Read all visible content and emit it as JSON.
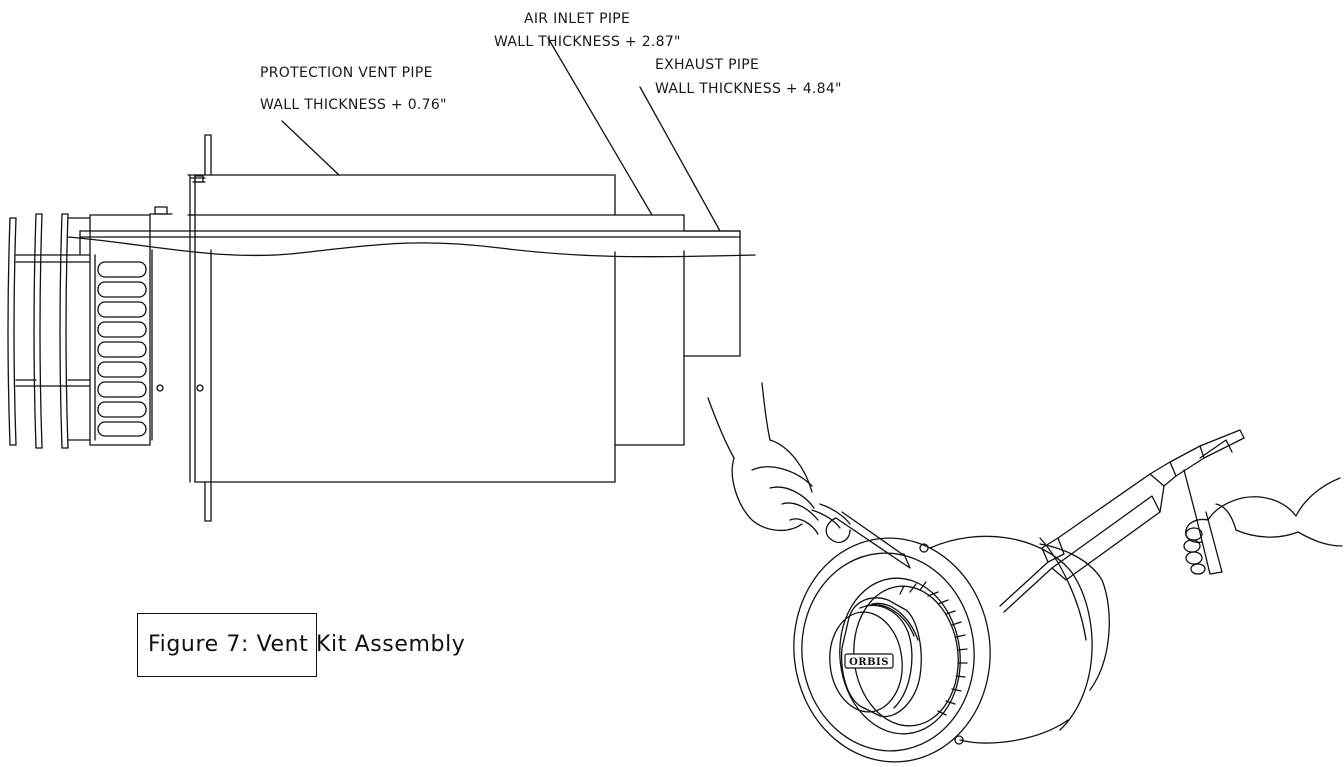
{
  "labels": {
    "air_inlet": {
      "line1": "AIR INLET PIPE",
      "line2": "WALL THICKNESS + 2.87\""
    },
    "protection_vent": {
      "line1": "PROTECTION VENT PIPE",
      "line2": "WALL THICKNESS + 0.76\""
    },
    "exhaust": {
      "line1": "EXHAUST PIPE",
      "line2": "WALL THICKNESS + 4.84\""
    }
  },
  "caption": "Figure 7:  Vent Kit Assembly",
  "logo_text": "ORBIS"
}
